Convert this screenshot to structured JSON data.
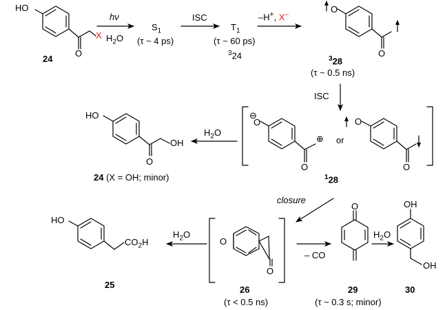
{
  "colors": {
    "ink": "#000000",
    "leaving_group": "#e0201b"
  },
  "atoms": {
    "O": "O",
    "HO": "HO",
    "OH": "OH",
    "X": "X",
    "H": "H",
    "CO": "CO"
  },
  "compounds": {
    "c24": {
      "label": "24"
    },
    "c24_product": {
      "label": "24",
      "note": " (X = OH; minor)"
    },
    "c25": {
      "label": "25",
      "substituent": "CO",
      "sub2": "2",
      "tail": "H"
    },
    "c26": {
      "label": "26",
      "lifetime": "(τ < 0.5 ns)"
    },
    "c29": {
      "label": "29",
      "lifetime": "(τ ~ 0.3 s; minor)"
    },
    "c30": {
      "label": "30"
    },
    "triplet28": {
      "sup": "3",
      "label": "28",
      "lifetime": "(τ ~ 0.5 ns)"
    },
    "singlet28": {
      "sup": "1",
      "label": "28",
      "or": "or",
      "minus": "⊖",
      "plus": "⊕"
    }
  },
  "states": {
    "S1": {
      "main": "S",
      "sub": "1",
      "lifetime": "(τ ~ 4 ps)"
    },
    "T1": {
      "main": "T",
      "sub": "1",
      "lifetime": "(τ ~ 60 ps)",
      "label_sup": "3",
      "label": "24"
    }
  },
  "arrows": {
    "hv": "hν",
    "water": {
      "main": "H",
      "sub": "2",
      "tail": "O"
    },
    "isc": "ISC",
    "deprotonation": {
      "prefix": "–H",
      "sup": "+",
      "sep": ", ",
      "x": "X",
      "xsup": "–"
    },
    "closure": "closure",
    "minus_co": "– CO"
  }
}
